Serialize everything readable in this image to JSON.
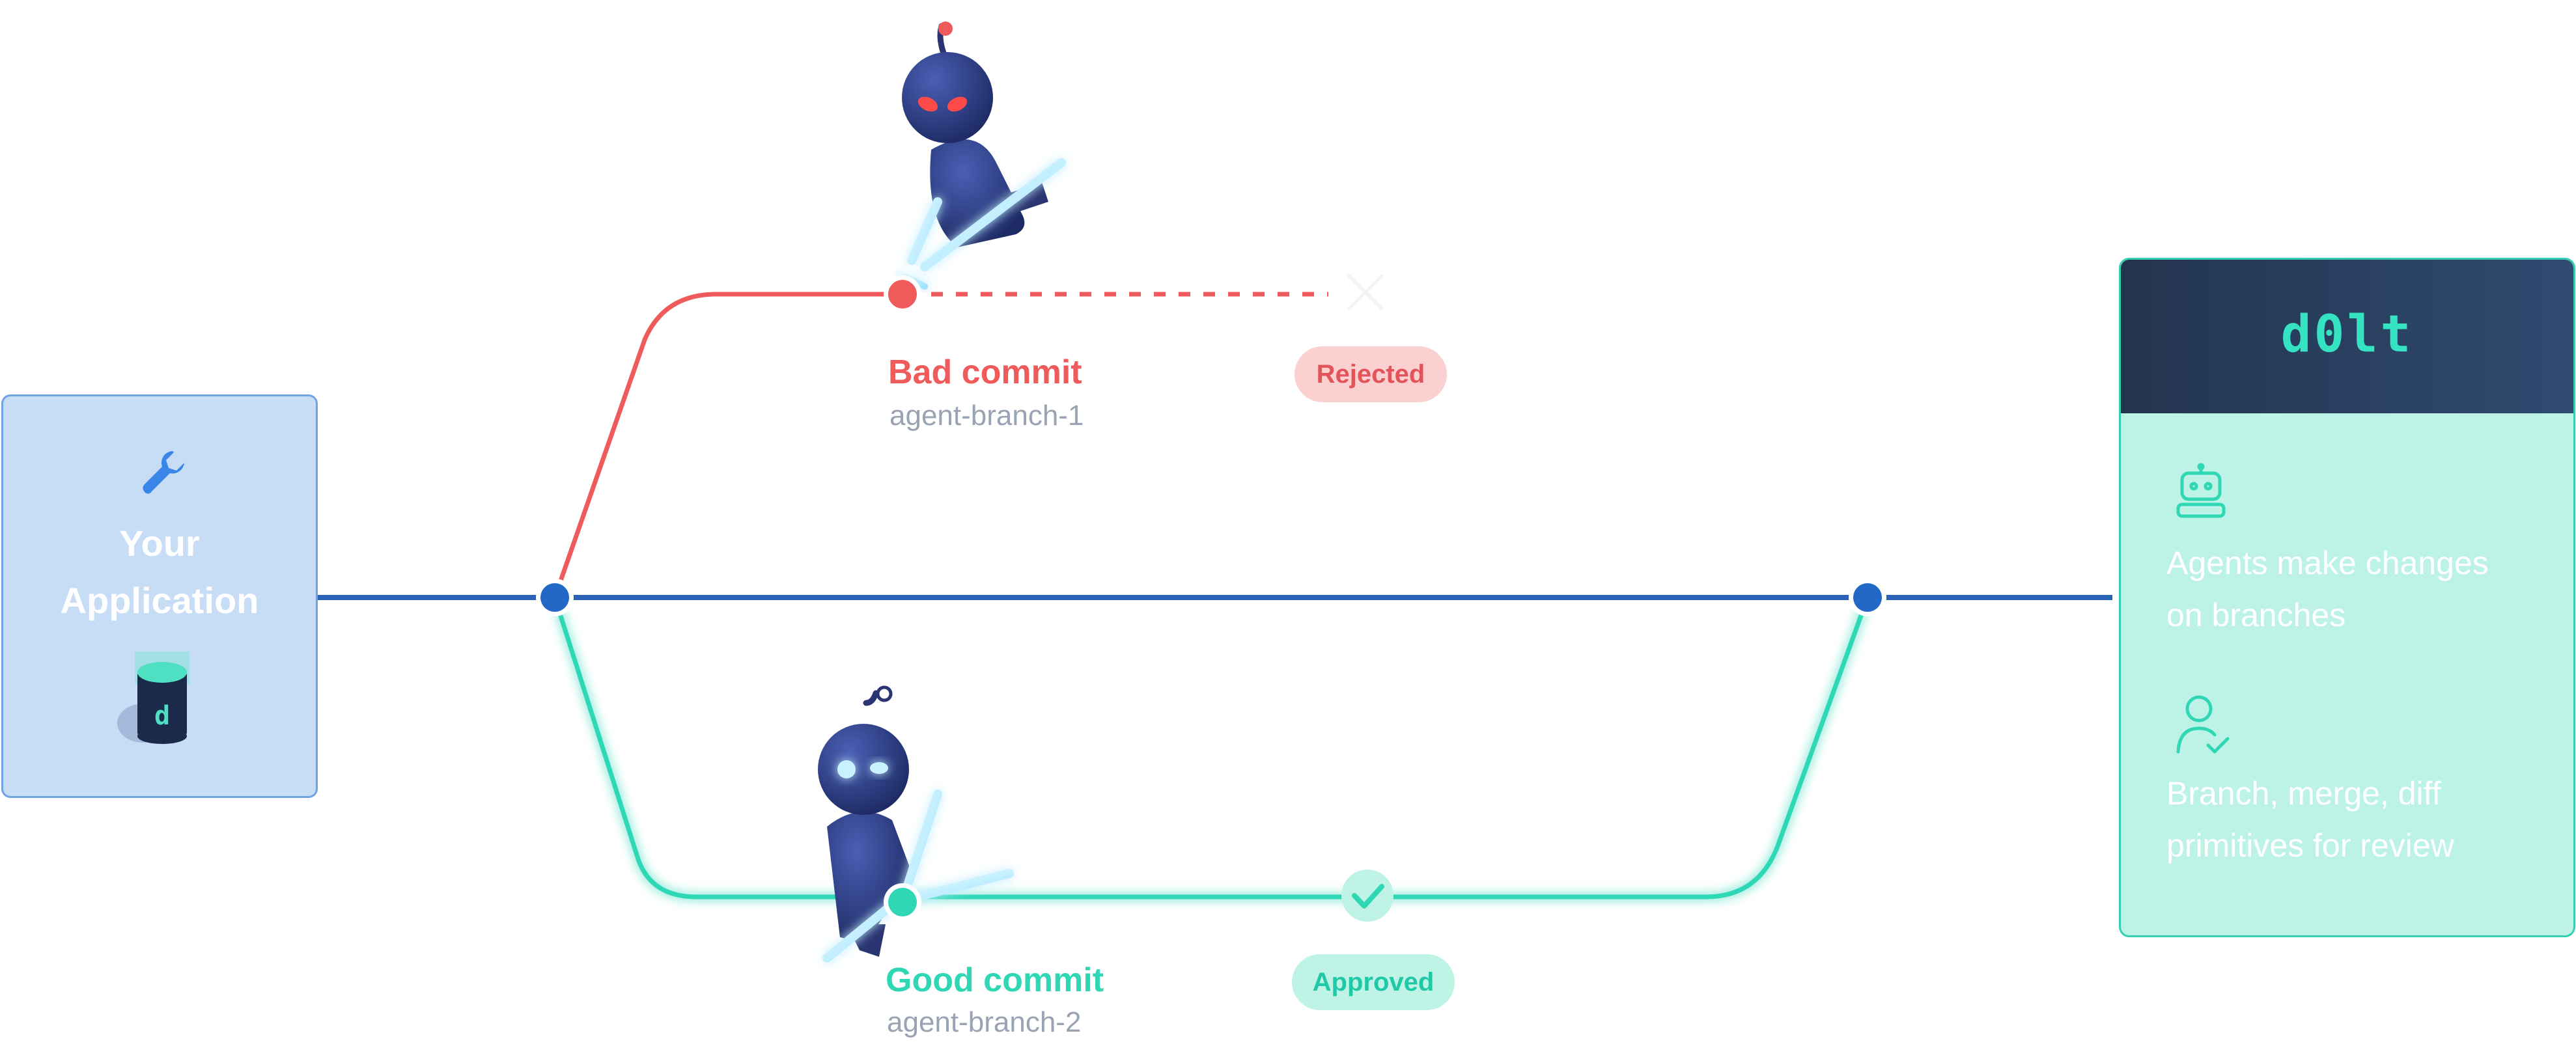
{
  "app_panel": {
    "title_line1": "Your",
    "title_line2": "Application",
    "tool_icon": "wrench-icon",
    "db_icon": "database-icon"
  },
  "bad_commit": {
    "title": "Bad commit",
    "branch": "agent-branch-1",
    "status": "Rejected",
    "color": "#ef5b5b"
  },
  "good_commit": {
    "title": "Good commit",
    "branch": "agent-branch-2",
    "status": "Approved",
    "color": "#2fd7b5"
  },
  "dolt_panel": {
    "logo": "d0lt",
    "features": [
      {
        "icon": "robot-icon",
        "line1": "Agents make changes",
        "line2": "on branches"
      },
      {
        "icon": "user-check-icon",
        "line1": "Branch, merge, diff",
        "line2": "primitives for review"
      }
    ]
  },
  "colors": {
    "main_line": "#2a62b8",
    "node": "#2268c6",
    "bad": "#ef5b5b",
    "good": "#2fd7b5",
    "robot": "#2a3470"
  }
}
